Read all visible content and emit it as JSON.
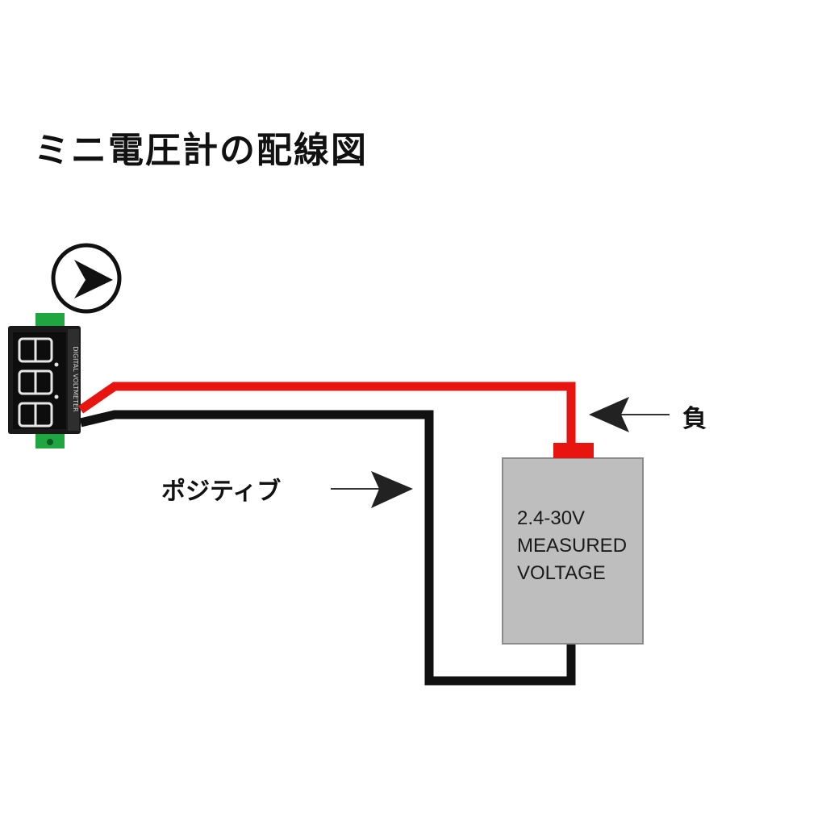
{
  "title": "ミニ電圧計の配線図",
  "labels": {
    "negative": "負",
    "positive": "ポジティブ"
  },
  "source_box": {
    "line1": "2.4-30V",
    "line2": "MEASURED",
    "line3": "VOLTAGE"
  },
  "voltmeter": {
    "display": "8.8.8",
    "side_text": "DIGITAL VOLTMETER"
  },
  "icons": {
    "play": "play-circle-icon",
    "arrow_negative": "arrow-left-icon",
    "arrow_positive": "arrow-right-icon"
  },
  "colors": {
    "red_wire": "#e8140f",
    "black_wire": "#111111",
    "box_fill": "#bebebe",
    "terminal": "#e8140f",
    "pcb_green": "#1fa640",
    "display_segments": "#e6e6e6"
  }
}
